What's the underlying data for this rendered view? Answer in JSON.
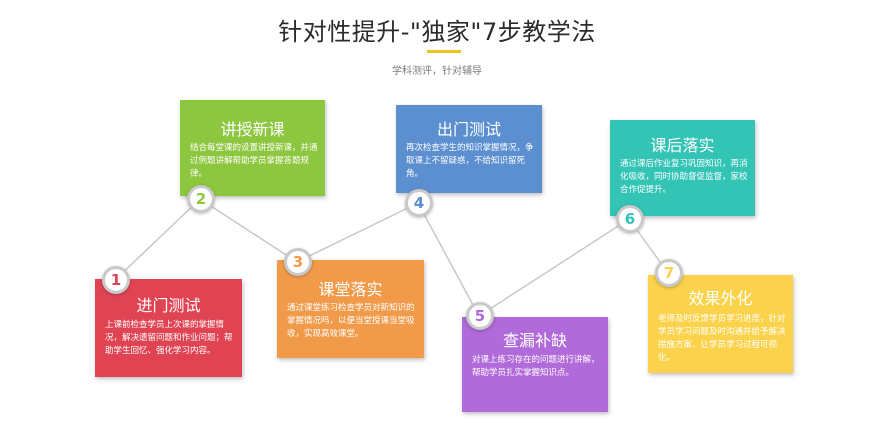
{
  "header": {
    "title": "针对性提升-\"独家\"7步教学法",
    "subtitle": "学科测评，针对辅导"
  },
  "colors": {
    "title_bar": "#f2c21b",
    "step1": "#e04453",
    "step2": "#8dc63f",
    "step3": "#f19a4a",
    "step4": "#5b8fd0",
    "step5": "#b06ad9",
    "step6": "#33c4b6",
    "step7": "#fbd24b"
  },
  "steps": [
    {
      "num": "1",
      "title": "进门测试",
      "desc": "上课前检查学员上次课的掌握情况，解决遗留问题和作业问题；帮助学生回忆、强化学习内容。"
    },
    {
      "num": "2",
      "title": "讲授新课",
      "desc": "结合每堂课的设置讲授新课，并通过例题讲解帮助学员掌握答题规律。"
    },
    {
      "num": "3",
      "title": "课堂落实",
      "desc": "通过课堂练习检查学员对新知识的掌握情况吗，以便当堂授课当堂吸收，实现高效课堂。"
    },
    {
      "num": "4",
      "title": "出门测试",
      "desc": "再次检查学生的知识掌握情况，争取课上不留疑惑，不给知识留死角。"
    },
    {
      "num": "5",
      "title": "查漏补缺",
      "desc": "对课上练习存在的问题进行讲解，帮助学员扎实掌握知识点。"
    },
    {
      "num": "6",
      "title": "课后落实",
      "desc": "通过课后作业复习巩固知识，再消化吸收，同时协助督促监督，家校合作促提升。"
    },
    {
      "num": "7",
      "title": "效果外化",
      "desc": "老师及时反馈学员学习进度，针对学员学习问题及时沟通并给予解决措施方案，让学员学习过程可视化。"
    }
  ]
}
